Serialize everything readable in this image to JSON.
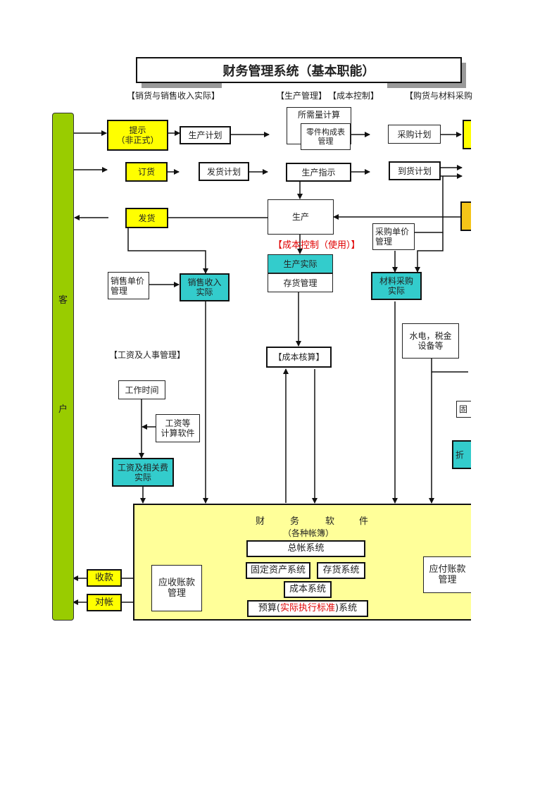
{
  "title": "财务管理系统（基本职能）",
  "section_headers": {
    "sales": "【销货与销售收入实际】",
    "production": "【生产管理】",
    "cost_control": "【成本控制】",
    "purchasing": "【购货与材料采购",
    "payroll": "【工资及人事管理】"
  },
  "customer": {
    "top_char": "客",
    "bottom_char": "户"
  },
  "boxes": {
    "hint_line1": "提示",
    "hint_line2": "（非正式）",
    "production_plan": "生产计划",
    "required_qty": "所需量计算",
    "bom_line1": "零件构成表",
    "bom_line2": "管理",
    "purchase_plan": "采购计划",
    "order": "订货",
    "shipping_plan": "发货计划",
    "production_instruction": "生产指示",
    "arrival_plan": "到货计划",
    "production": "生产",
    "shipment": "发货",
    "purchase_unit_price_line1": "采购单价",
    "purchase_unit_price_line2": "管理",
    "cost_control_use": "【成本控制（使用）】",
    "production_actual": "生产实际",
    "inventory_mgmt": "存货管理",
    "sales_unit_price_line1": "销售单价",
    "sales_unit_price_line2": "管理",
    "sales_revenue_line1": "销售收入",
    "sales_revenue_line2": "实际",
    "material_purchase_line1": "材料采购",
    "material_purchase_line2": "实际",
    "utilities_line1": "水电，税金",
    "utilities_line2": "设备等",
    "cost_accounting": "【成本核算】",
    "work_hours": "工作时间",
    "payroll_software_line1": "工资等",
    "payroll_software_line2": "计算软件",
    "payroll_actual_line1": "工资及相关费",
    "payroll_actual_line2": "实际",
    "right_partial_1": "固",
    "right_partial_2": "折"
  },
  "finance": {
    "heading_chars": [
      "财",
      "务",
      "软",
      "件"
    ],
    "subheading": "（各种帐簿）",
    "general_ledger": "总帐系统",
    "fixed_assets": "固定资产系统",
    "inventory_system": "存货系统",
    "cost_system": "成本系统",
    "budget_prefix": "预算(",
    "budget_red": "实际执行标准",
    "budget_suffix": ")系统",
    "receivables_line1": "应收账款",
    "receivables_line2": "管理",
    "payables_line1": "应付账款",
    "payables_line2": "管理"
  },
  "left_actions": {
    "collection": "收款",
    "reconcile": "对帐"
  },
  "colors": {
    "customer_bar": "#99cc00",
    "finance_bg": "#ffff99",
    "highlight": "#ffff00",
    "actual": "#33cccc",
    "gold": "#f5c518",
    "accent_red": "#e00000"
  }
}
